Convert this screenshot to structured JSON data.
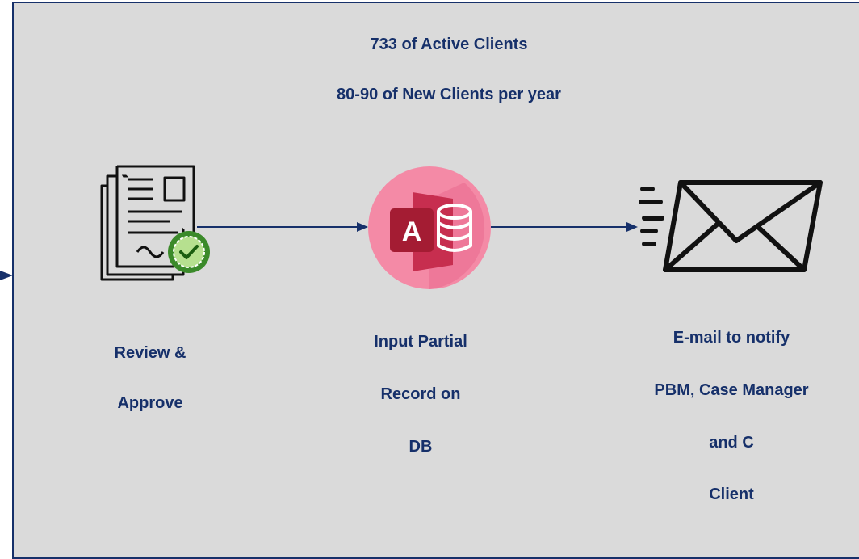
{
  "header": {
    "line1": "733 of Active Clients",
    "line2": "80-90 of New Clients per year"
  },
  "steps": [
    {
      "icon": "document-approved-icon",
      "lines": [
        "Review &",
        "Approve"
      ]
    },
    {
      "icon": "database-app-icon",
      "badge_letter": "A",
      "lines": [
        "Input Partial",
        "Record on",
        "DB"
      ]
    },
    {
      "icon": "email-envelope-icon",
      "lines": [
        "E-mail to notify",
        "PBM, Case Manager",
        "and C",
        "Client"
      ]
    }
  ],
  "colors": {
    "panel_bg": "#dadada",
    "text": "#16306a",
    "connector": "#16306a",
    "db_circle": "#f48aa6",
    "db_badge": "#a41c33",
    "seal_green": "#3b8a2a"
  }
}
